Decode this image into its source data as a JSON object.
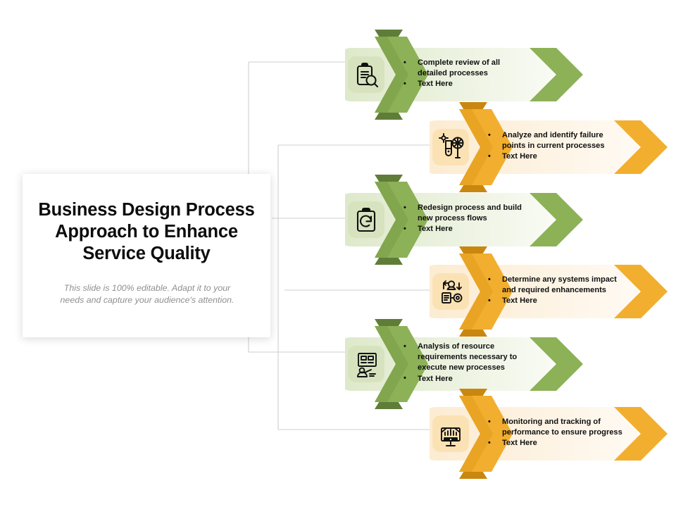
{
  "slide": {
    "title": "Business Design Process Approach to Enhance Service Quality",
    "subtitle": "This slide is 100% editable. Adapt it to your needs and capture your audience's attention."
  },
  "colors": {
    "green": "#8CB157",
    "green_dark": "#6E8F42",
    "green_darker": "#5F7D38",
    "green_light_body_start": "#DDE8C9",
    "green_light_body_end": "#F7FAF2",
    "green_badge": "#D6E3BE",
    "orange": "#F2AE2E",
    "orange_dark": "#E09A14",
    "orange_darker": "#C98710",
    "orange_light_body_start": "#FCEBD0",
    "orange_light_body_end": "#FEF9F1",
    "orange_badge": "#FBE2B4",
    "title_text": "#0D0D0D",
    "subtitle_text": "#8F8F8F",
    "body_text": "#111111",
    "connector_line": "#CFCFCF"
  },
  "steps": [
    {
      "id": "step-1",
      "theme": "green",
      "icon": "clipboard-search-icon",
      "lines": [
        "Complete review of all\ndetailed processes",
        "Text Here"
      ]
    },
    {
      "id": "step-2",
      "theme": "orange",
      "icon": "test-tube-magnifier-icon",
      "lines": [
        "Analyze and identify failure\npoints in current processes",
        "Text Here"
      ]
    },
    {
      "id": "step-3",
      "theme": "green",
      "icon": "clipboard-refresh-icon",
      "lines": [
        "Redesign process and build\nnew process flows",
        "Text Here"
      ]
    },
    {
      "id": "step-4",
      "theme": "orange",
      "icon": "user-gear-document-icon",
      "lines": [
        "Determine any systems impact\nand required enhancements",
        "Text Here"
      ]
    },
    {
      "id": "step-5",
      "theme": "green",
      "icon": "presentation-person-icon",
      "lines": [
        "Analysis of resource\nrequirements necessary to\nexecute new processes",
        "Text Here"
      ]
    },
    {
      "id": "step-6",
      "theme": "orange",
      "icon": "monitor-dashboard-icon",
      "lines": [
        "Monitoring and tracking of\nperformance to ensure progress",
        "Text Here"
      ]
    }
  ]
}
